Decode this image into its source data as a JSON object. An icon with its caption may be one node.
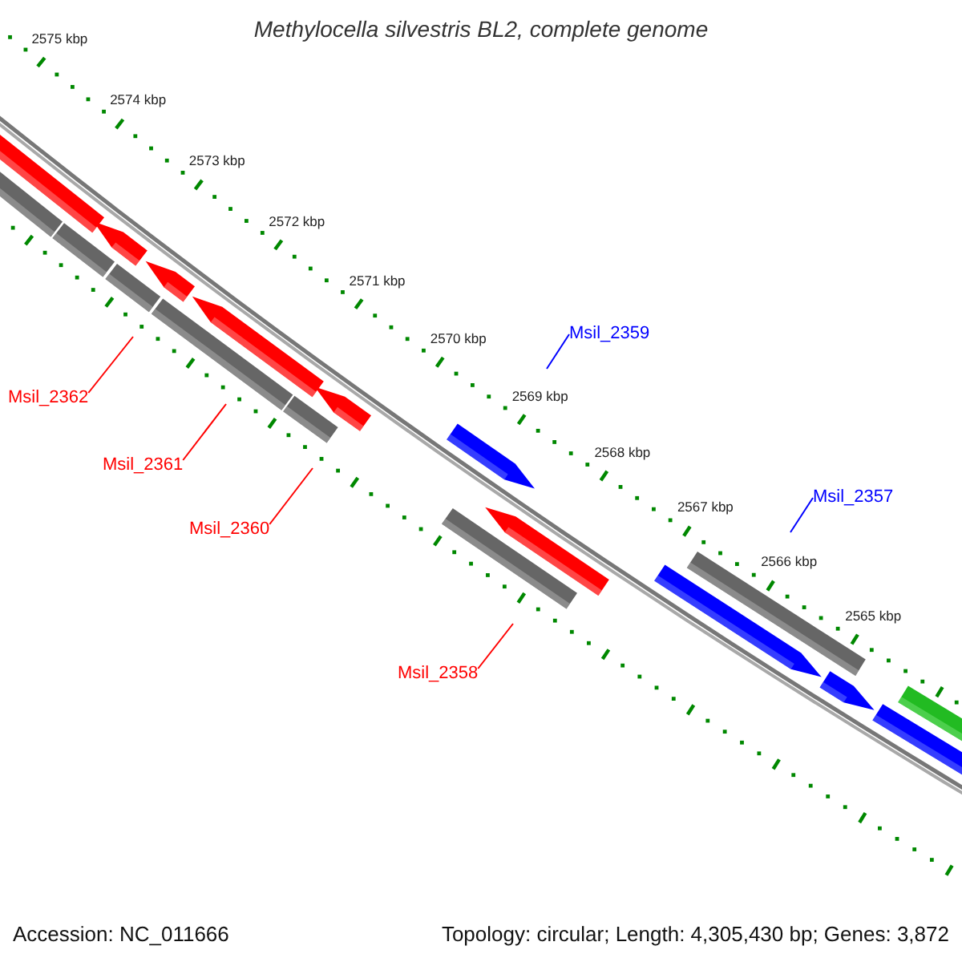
{
  "diagram": {
    "title": "Methylocella silvestris BL2, complete genome",
    "nodes": [
      {
        "text": [
          "Msil_2359"
        ]
      },
      {
        "text": [
          "Msil_2362"
        ]
      },
      {
        "text": [
          "Msil_2361"
        ]
      },
      {
        "text": [
          "Msil_2357"
        ]
      },
      {
        "text": [
          "Msil_2360"
        ]
      },
      {
        "text": [
          "Msil_2358"
        ]
      }
    ],
    "edges": [
      {
        "from": 0,
        "to": null,
        "arrow": "none",
        "color": "#0000ff"
      },
      {
        "from": 1,
        "to": null,
        "arrow": "none"
      },
      {
        "from": 2,
        "to": null,
        "arrow": "none"
      },
      {
        "from": 3,
        "to": null,
        "arrow": "none",
        "color": "#0000ff"
      },
      {
        "from": 4,
        "to": null,
        "arrow": "none"
      },
      {
        "from": 5,
        "to": null,
        "arrow": "none"
      }
    ],
    "labels": [
      "2575 kbp",
      "2574 kbp",
      "2573 kbp",
      "2572 kbp",
      "2571 kbp",
      "2570 kbp",
      "2569 kbp",
      "2568 kbp",
      "2567 kbp",
      "2566 kbp",
      "2565 kbp",
      "Accession: NC_011666",
      "Topology: circular; Length: 4,305,430 bp; Genes: 3,872"
    ]
  }
}
